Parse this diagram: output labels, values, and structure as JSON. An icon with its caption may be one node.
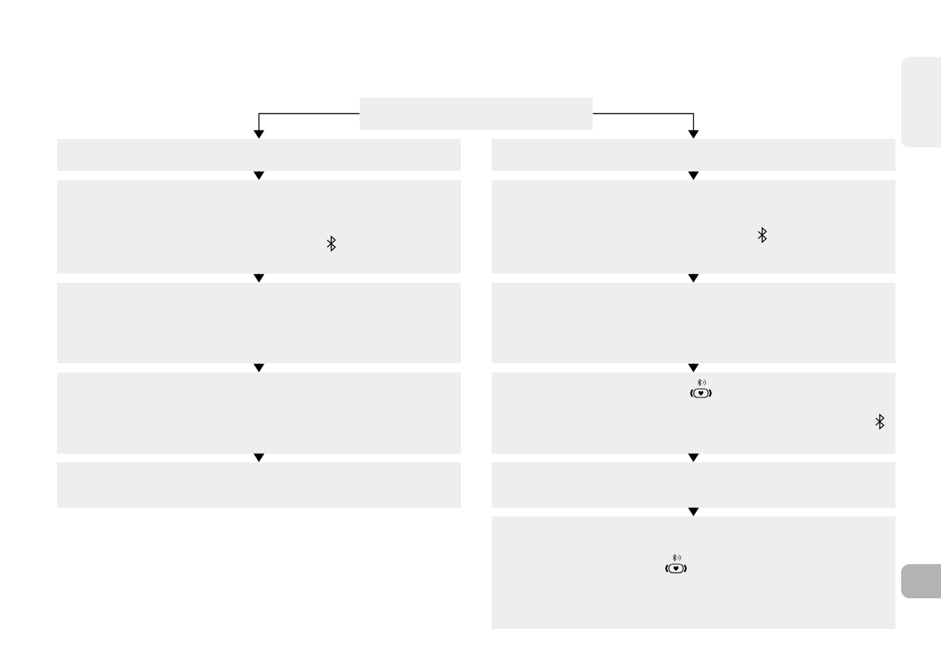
{
  "diagram": {
    "nodes": [
      {
        "text": [],
        "shape": "box"
      },
      {
        "text": [],
        "shape": "box"
      },
      {
        "text": [],
        "shape": "box"
      },
      {
        "text": [],
        "shape": "box"
      },
      {
        "text": [],
        "shape": "box"
      },
      {
        "text": [],
        "shape": "box"
      },
      {
        "text": [],
        "shape": "box"
      },
      {
        "text": [],
        "shape": "box"
      },
      {
        "text": [],
        "shape": "box"
      },
      {
        "text": [],
        "shape": "box"
      },
      {
        "text": [],
        "shape": "box"
      },
      {
        "text": [],
        "shape": "box"
      },
      {
        "text": [],
        "shape": "box"
      },
      {
        "text": [],
        "shape": "box"
      }
    ],
    "edges": [
      {
        "from": 0,
        "to": 1,
        "arrow": "to"
      },
      {
        "from": 0,
        "to": 6,
        "arrow": "to"
      },
      {
        "from": 1,
        "to": 2,
        "arrow": "to"
      },
      {
        "from": 2,
        "to": 3,
        "arrow": "to"
      },
      {
        "from": 3,
        "to": 4,
        "arrow": "to"
      },
      {
        "from": 4,
        "to": 5,
        "arrow": "to"
      },
      {
        "from": 6,
        "to": 7,
        "arrow": "to"
      },
      {
        "from": 7,
        "to": 8,
        "arrow": "to"
      },
      {
        "from": 8,
        "to": 9,
        "arrow": "to"
      },
      {
        "from": 9,
        "to": 10,
        "arrow": "to"
      },
      {
        "from": 10,
        "to": 11,
        "arrow": "to"
      }
    ]
  }
}
